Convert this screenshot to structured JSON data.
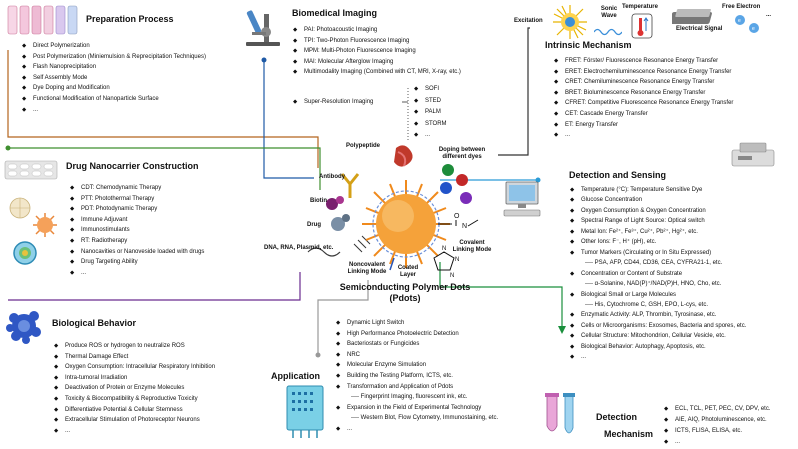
{
  "center": {
    "title_line1": "Semiconducting Polymer Dots",
    "title_line2": "(Pdots)",
    "labels": {
      "polypeptide": "Polypeptide",
      "doping": "Doping between different dyes",
      "antibody": "Antibody",
      "biotin": "Biotin",
      "drug": "Drug",
      "dna": "DNA, RNA, Plasmid, etc.",
      "noncovalent": "Noncovalent Linking Mode",
      "coated": "Coated Layer",
      "covalent": "Covalent Linking Mode"
    }
  },
  "preparation": {
    "title": "Preparation Process",
    "items": [
      "Direct Polymerization",
      "Post Polymerization (Miniemulsion & Reprecipitation Techniques)",
      "Flash Nanoprecipitation",
      "Self Assembly Mode",
      "Dye Doping and Modification",
      "Functional Modification of Nanoparticle Surface",
      "..."
    ]
  },
  "biomedical": {
    "title": "Biomedical Imaging",
    "items": [
      "PAI: Photoacoustic Imaging",
      "TPI: Two-Photon Fluorescence Imaging",
      "MPM: Multi-Photon Fluorescence Imaging",
      "MAI: Molecular Afterglow Imaging",
      "Multimodality Imaging (Combined with CT, MRI, X-ray, etc.)"
    ],
    "super_label": "Super-Resolution Imaging",
    "super_items": [
      "SOFI",
      "STED",
      "PALM",
      "STORM",
      "..."
    ]
  },
  "intrinsic": {
    "title": "Intrinsic Mechanism",
    "header_labels": {
      "excitation": "Excitation",
      "sonic": "Sonic Wave",
      "temperature": "Temperature",
      "electrical": "Electrical Signal",
      "free_electron": "Free Electron",
      "ellipsis": "..."
    },
    "items": [
      "FRET: Förster/ Fluorescence  Resonance Energy Transfer",
      "ERET: Electrochemiluminescence Resonance Energy Transfer",
      "CRET: Chemiluminescence Resonance Energy Transfer",
      "BRET: Bioluminescence Resonance Energy Transfer",
      "CFRET: Competitive Fluorescence Resonance Energy Transfer",
      "CET: Cascade Energy Transfer",
      "ET: Energy Transfer",
      "..."
    ]
  },
  "drug": {
    "title": "Drug  Nanocarrier Construction",
    "items": [
      "CDT: Chemodynamic Therapy",
      "PTT: Photothermal Therapy",
      "PDT: Photodynamic Therapy",
      "Immune Adjuvant",
      "Immunostimulants",
      "RT: Radiotherapy",
      "Nanocavities or Nanoveside loaded with drugs",
      "Drug Targeting Ability",
      "..."
    ]
  },
  "detection": {
    "title": "Detection and Sensing",
    "items": [
      {
        "text": "Temperature (°C): Temperature Sensitive Dye",
        "sub": false
      },
      {
        "text": "Glucose Concentration",
        "sub": false
      },
      {
        "text": "Oxygen Consumption & Oxygen Concentration",
        "sub": false
      },
      {
        "text": "Spectral Range of Light Source: Optical switch",
        "sub": false
      },
      {
        "text": "Metal Ion: Fe²⁺, Fe³⁺, Cu²⁺, Pb²⁺, Hg²⁺, etc.",
        "sub": false
      },
      {
        "text": "Other Ions: F⁻, H⁺ (pH), etc.",
        "sub": false
      },
      {
        "text": "Tumor Markers (Circulating or In Situ Expressed)",
        "sub": false
      },
      {
        "text": "---- PSA, AFP, CD44, CD36, CEA, CYFRA21-1, etc.",
        "sub": true
      },
      {
        "text": "Concentration or Content of Substrate",
        "sub": false
      },
      {
        "text": "---- α-Solanine,  NAD(P)⁺/NAD(P)H, HNO, Cho, etc.",
        "sub": true
      },
      {
        "text": "Biological Small or Large Molecules",
        "sub": false
      },
      {
        "text": "---- His, Cytochrome C, GSH, EPO, L-cys, etc.",
        "sub": true
      },
      {
        "text": "Enzymatic Activity: ALP, Thrombin, Tyrosinase, etc.",
        "sub": false
      },
      {
        "text": "Cells or Microorganisms: Exosomes, Bacteria and spores, etc.",
        "sub": false
      },
      {
        "text": "Cellular Structure: Mitochondrion, Cellular Vesicle, etc.",
        "sub": false
      },
      {
        "text": "Biological Behavior: Autophagy, Apoptosis, etc.",
        "sub": false
      },
      {
        "text": "...",
        "sub": false
      }
    ]
  },
  "biological": {
    "title": "Biological Behavior",
    "items": [
      "Produce ROS or hydrogen to neutralize ROS",
      "Thermal Damage Effect",
      "Oxygen Consumption: Intracellular Respiratory Inhibition",
      "Intra-tumoral Irradiation",
      "Deactivation of Protein or Enzyme Molecules",
      "Toxicity & Biocompatibility & Reproductive Toxicity",
      "Differentiative Potential & Cellular Stemness",
      "Extracellular Stimulation of Photoreceptor Neurons",
      "..."
    ]
  },
  "application": {
    "title": "Application",
    "items": [
      {
        "text": "Dynamic Light Switch",
        "sub": false
      },
      {
        "text": "High Performance Photoelectric Detection",
        "sub": false
      },
      {
        "text": "Bacteriostats or Fungicides",
        "sub": false
      },
      {
        "text": "NRC",
        "sub": false
      },
      {
        "text": "Molecular Enzyme Simulation",
        "sub": false
      },
      {
        "text": "Building the Testing Platform, ICTS, etc.",
        "sub": false
      },
      {
        "text": "Transformation and Application of  Pdots",
        "sub": false
      },
      {
        "text": "---- Fingerprint Imaging, fluorescent ink, etc.",
        "sub": true
      },
      {
        "text": "Expansion in the Field of Experimental Technology",
        "sub": false
      },
      {
        "text": "---- Western Blot, Flow Cytometry, Immunostaining, etc.",
        "sub": true
      },
      {
        "text": "...",
        "sub": false
      }
    ]
  },
  "mechanism": {
    "title_line1": "Detection",
    "title_line2": "Mechanism",
    "items": [
      "ECL, TCL, PET, PEC, CV, DPV, etc.",
      "AIE, AIQ, Photoluminescence, etc.",
      "ICTS, FLISA, ELISA, etc.",
      "..."
    ]
  },
  "colors": {
    "preparation": "#b5651d",
    "biomedical": "#1f5aa6",
    "intrinsic": "#333333",
    "drug": "#3f8f2f",
    "detection": "#2a9bd6",
    "biological": "#6a2c8f",
    "application": "#999999",
    "mechanism": "#1a8f3c",
    "pdot": "#f08a1c"
  }
}
